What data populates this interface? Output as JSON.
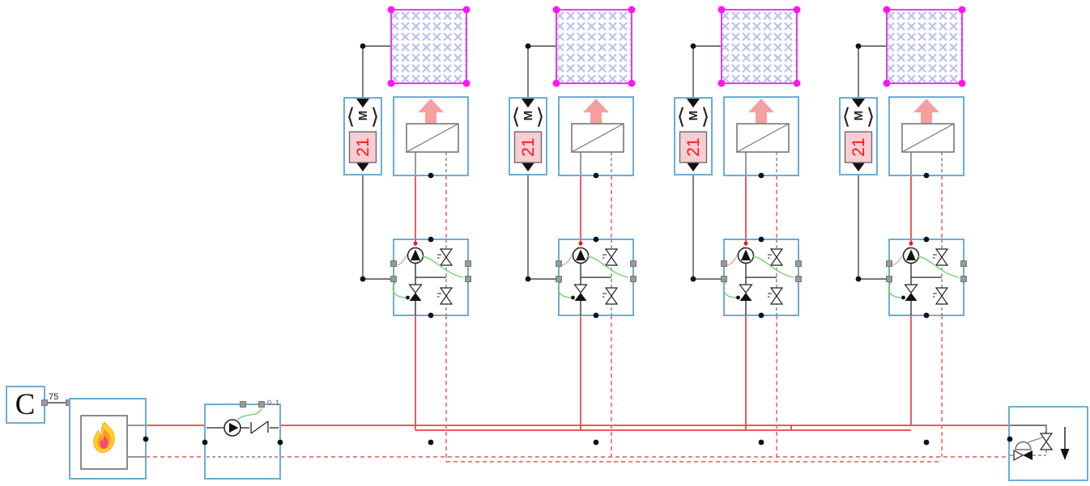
{
  "diagram": {
    "description": "Hydronic heating schematic: boiler with temperature setpoint, main circulation pump, four radiator branches each with room model, room temperature controller, radiator and pump/valve unit, plus overflow bypass valve",
    "branch_count": 4
  },
  "setpoint_block": {
    "label": "C",
    "value": "75"
  },
  "main_pump": {
    "range_label": "0..1"
  },
  "controller_glyphs": {
    "left": "⟨",
    "motor": "M",
    "right": "⟩"
  },
  "branches": [
    {
      "setpoint": "21"
    },
    {
      "setpoint": "21"
    },
    {
      "setpoint": "21"
    },
    {
      "setpoint": "21"
    }
  ],
  "colors": {
    "box_border": "#6badd6",
    "supply_pipe": "#e84343",
    "return_pipe": "#f26c6c",
    "signal_wire": "#4a4a4a",
    "control_green": "#6ed86e",
    "control_pink": "#f4a0a0",
    "room_border": "#e93ce9",
    "room_corner": "#ff14f7",
    "room_hatch": "#b9c2ee",
    "heat_arrow": "#f5a0a0",
    "setpoint_bg": "#f7ced3",
    "setpoint_text": "#ff1414",
    "component_gray": "#777777",
    "port_fill": "#9a9a9a",
    "flame_yellow": "#ffd22b",
    "flame_orange": "#ff9a26",
    "flame_core": "#f9467a",
    "node_dot": "#111111"
  }
}
